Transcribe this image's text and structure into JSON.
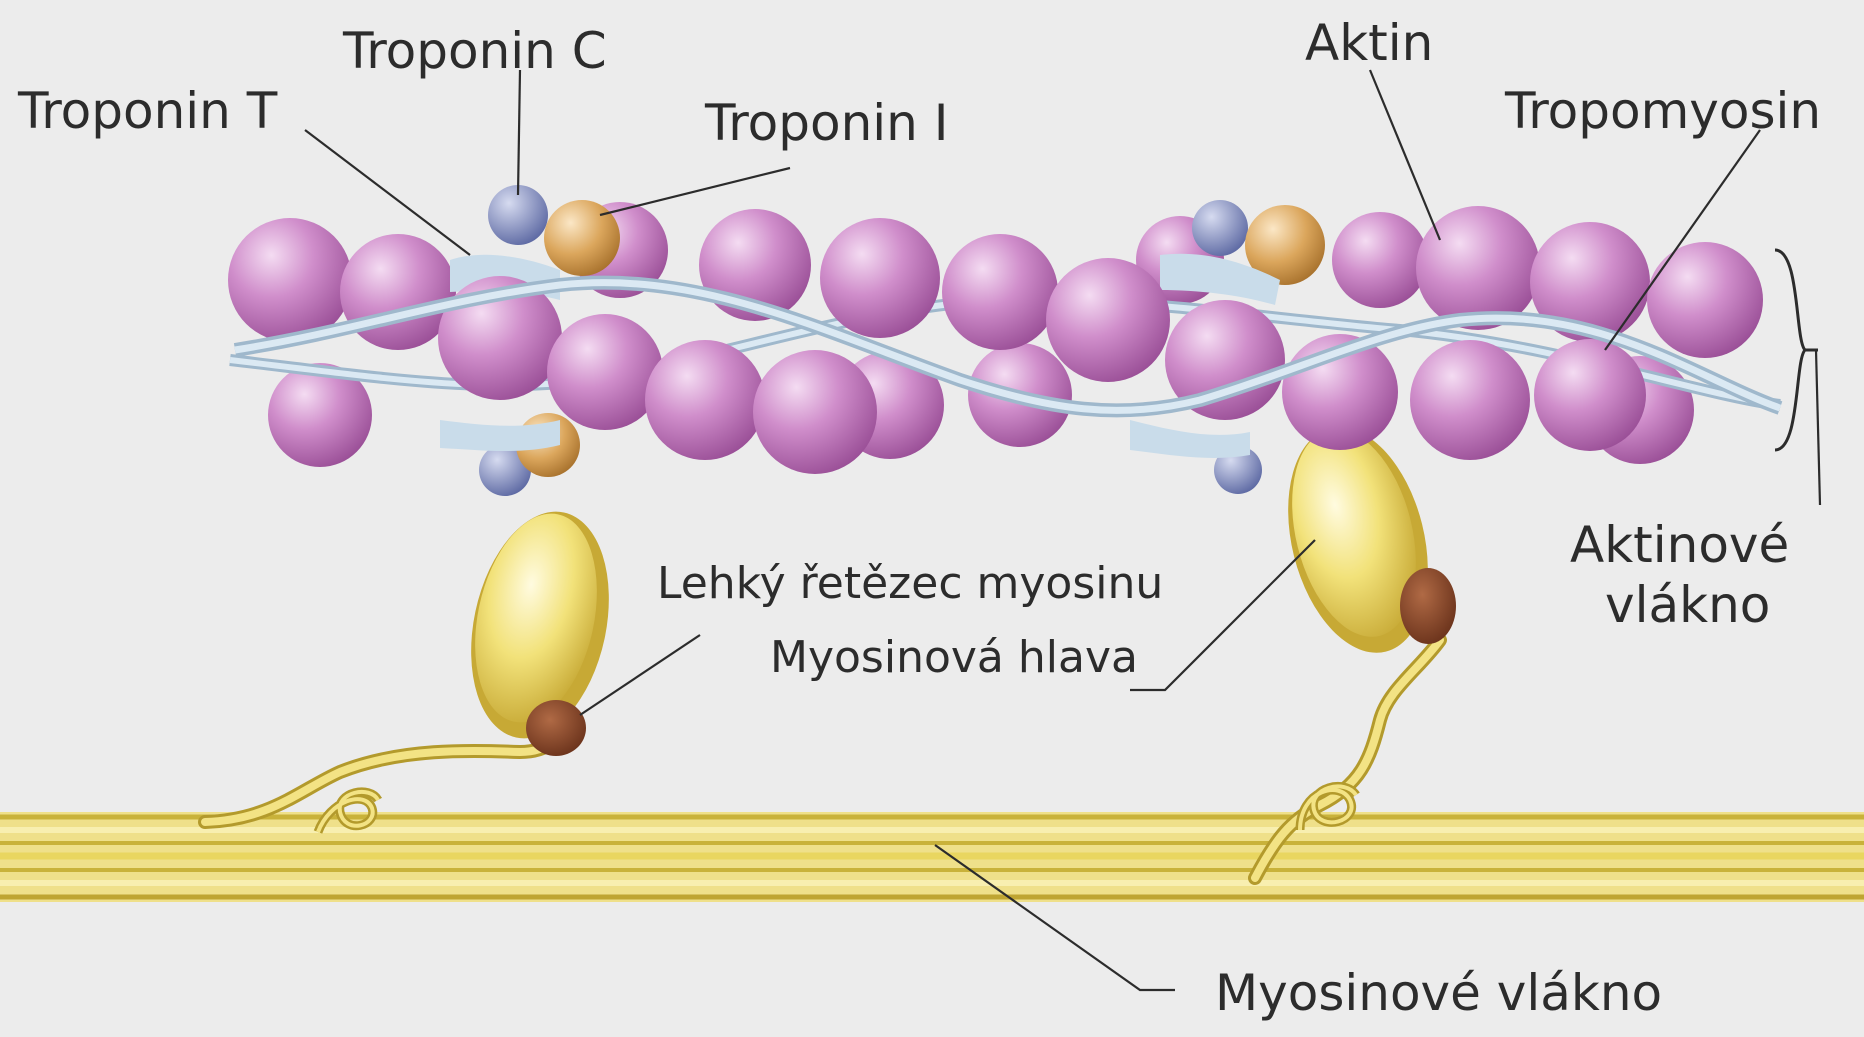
{
  "labels": {
    "troponin_c": "Troponin C",
    "troponin_t": "Troponin T",
    "troponin_i": "Troponin I",
    "aktin": "Aktin",
    "tropomyosin": "Tropomyosin",
    "aktinove_vlakno_1": "Aktinové",
    "aktinove_vlakno_2": "vlákno",
    "lehky_retezec": "Lehký řetězec myosinu",
    "myosinova_hlava": "Myosinová hlava",
    "myosinove_vlakno": "Myosinové vlákno"
  },
  "colors": {
    "background": "#ececec",
    "actin": "#c77dc3",
    "troponin_c": "#7a86bd",
    "troponin_i": "#d9a55a",
    "tropomyosin": "#c9dcea",
    "myosin_head": "#f0df6a",
    "myosin_light_chain": "#8b4a2a",
    "myosin_filament": "#e6d25a"
  }
}
